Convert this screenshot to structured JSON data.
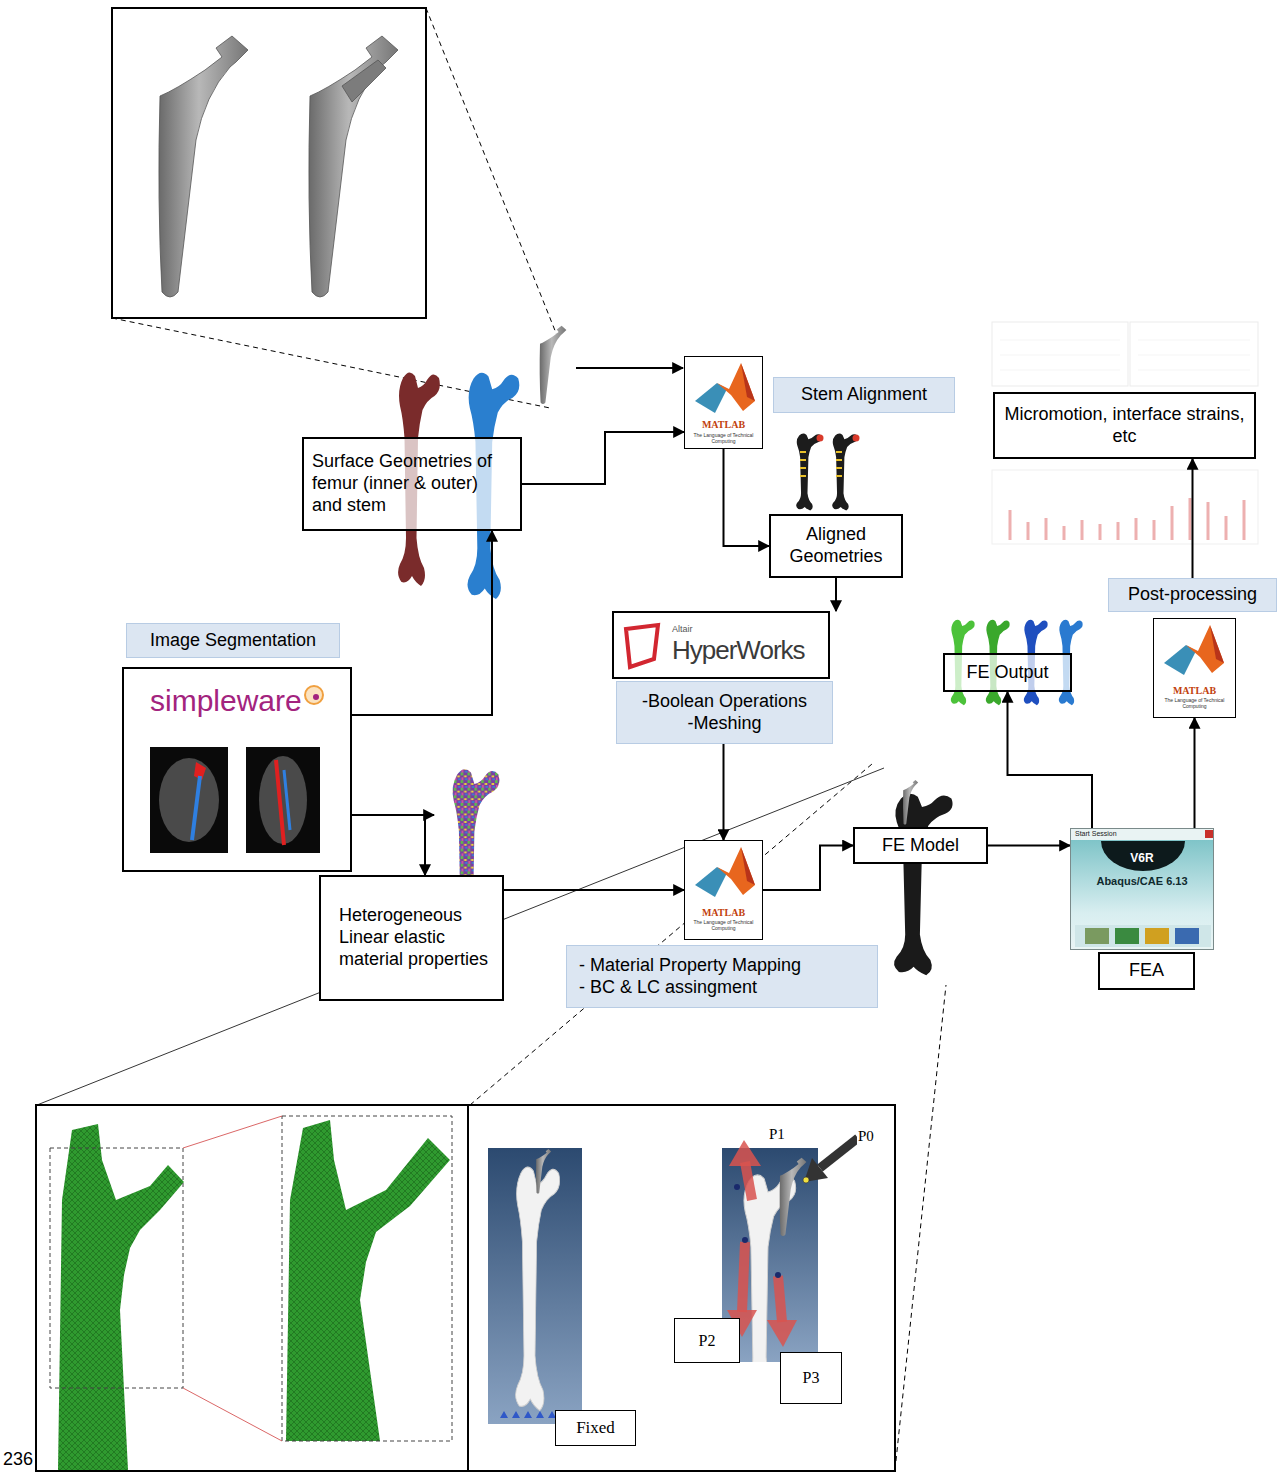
{
  "diagram": {
    "nodes": [
      {
        "text": [
          "Surface Geometries of femur (inner & outer) and stem"
        ]
      },
      {
        "text": [
          "MATLAB",
          "The Language of Technical Computing"
        ]
      },
      {
        "text": [
          "Stem Alignment"
        ]
      },
      {
        "text": [
          "Micromotion, interface strains, etc"
        ]
      },
      {
        "text": [
          "Aligned Geometries"
        ]
      },
      {
        "text": [
          "Post-processing"
        ]
      },
      {
        "text": [
          "Altair",
          "HyperWorks"
        ]
      },
      {
        "text": [
          "-Boolean Operations",
          "-Meshing"
        ]
      },
      {
        "text": [
          "Image Segmentation"
        ]
      },
      {
        "text": [
          "FE Output"
        ]
      },
      {
        "text": [
          "MATLAB",
          "The Language of Technical Computing"
        ]
      },
      {
        "text": [
          "simpleware"
        ]
      },
      {
        "text": [
          "MATLAB",
          "The Language of Technical Computing"
        ]
      },
      {
        "text": [
          "FE Model"
        ]
      },
      {
        "text": [
          "Start Session",
          "V6R",
          "Abaqus/CAE 6.13"
        ]
      },
      {
        "text": [
          "Heterogeneous Linear elastic material properties"
        ]
      },
      {
        "text": [
          "- Material Property Mapping",
          "- BC & LC assingment"
        ]
      },
      {
        "text": [
          "FEA"
        ]
      },
      {
        "text": [
          "P2"
        ]
      },
      {
        "text": [
          "P3"
        ]
      },
      {
        "text": [
          "Fixed"
        ]
      }
    ],
    "edges": [
      {
        "from": 0,
        "to": 1,
        "arrow": "to"
      },
      {
        "from": 1,
        "to": 4,
        "arrow": "to"
      },
      {
        "from": 4,
        "to": 6,
        "arrow": "to"
      },
      {
        "from": 7,
        "to": 12,
        "arrow": "to"
      },
      {
        "from": 11,
        "to": 0,
        "arrow": "to"
      },
      {
        "from": 11,
        "to": 15,
        "arrow": "to"
      },
      {
        "from": 15,
        "to": 12,
        "arrow": "to"
      },
      {
        "from": 12,
        "to": 13,
        "arrow": "to"
      },
      {
        "from": 13,
        "to": 14,
        "arrow": "to"
      },
      {
        "from": 14,
        "to": 9,
        "arrow": "to"
      },
      {
        "from": 14,
        "to": 10,
        "arrow": "to"
      },
      {
        "from": 5,
        "to": 3,
        "arrow": "to"
      }
    ],
    "labels": [
      "P1",
      "P0",
      "236"
    ]
  }
}
